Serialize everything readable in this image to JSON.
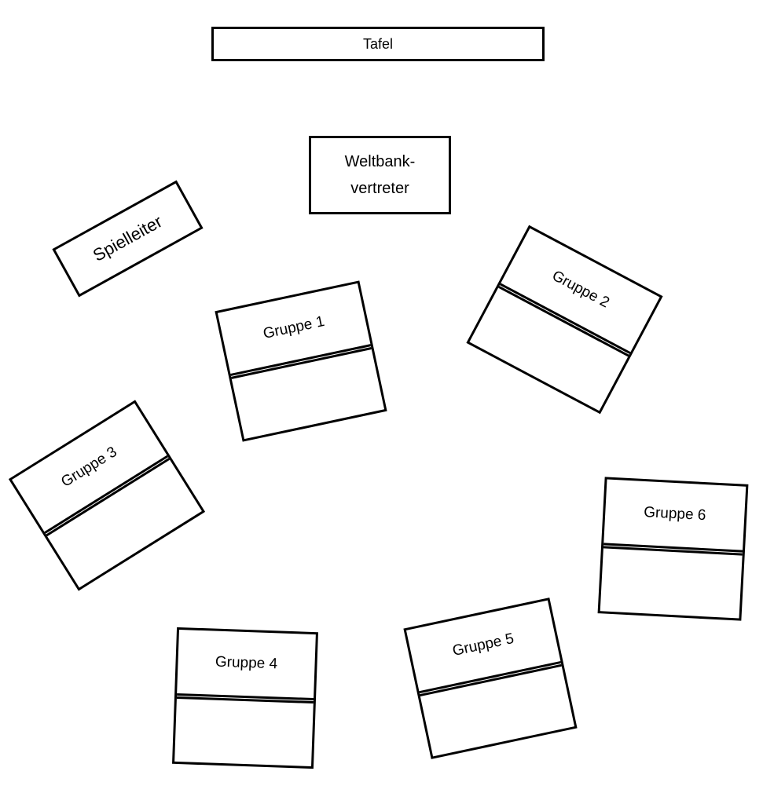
{
  "board": {
    "label": "Tafel"
  },
  "world_bank": {
    "line1": "Weltbank-",
    "line2": "vertreter"
  },
  "game_master": {
    "label": "Spielleiter"
  },
  "groups": [
    {
      "label": "Gruppe 1"
    },
    {
      "label": "Gruppe 2"
    },
    {
      "label": "Gruppe 3"
    },
    {
      "label": "Gruppe 4"
    },
    {
      "label": "Gruppe 5"
    },
    {
      "label": "Gruppe 6"
    }
  ]
}
